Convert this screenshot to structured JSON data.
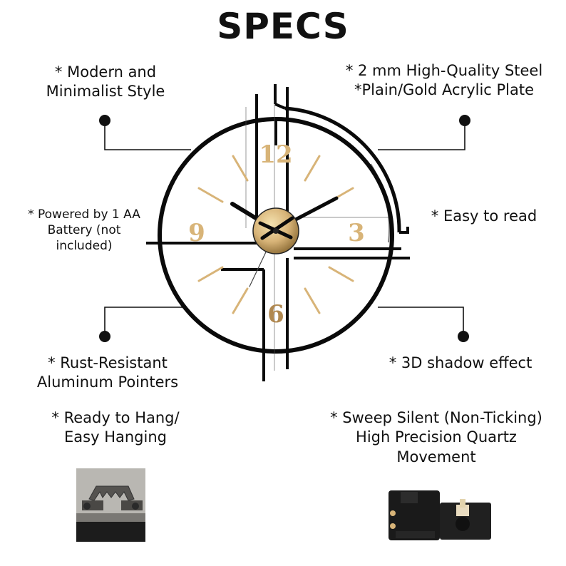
{
  "title": "SPECS",
  "specs": {
    "modern": [
      "* Modern and",
      "Minimalist Style"
    ],
    "steel": [
      "* 2 mm High-Quality Steel",
      "*Plain/Gold Acrylic Plate"
    ],
    "battery": [
      "* Powered by 1 AA",
      "Battery (not",
      "included)"
    ],
    "easy_read": [
      "* Easy to read"
    ],
    "rust": [
      "* Rust-Resistant",
      "Aluminum Pointers"
    ],
    "shadow": [
      "* 3D shadow effect"
    ],
    "hang": [
      "* Ready to Hang/",
      "Easy Hanging"
    ],
    "movement": [
      "* Sweep Silent (Non-Ticking)",
      "High Precision Quartz",
      "Movement"
    ]
  },
  "clock": {
    "numerals": [
      "12",
      "3",
      "6",
      "9"
    ],
    "hands": {
      "hour": "10",
      "minute": "2"
    }
  },
  "colors": {
    "text": "#111111",
    "ring": "#0a0a0a",
    "gold": "#d8b478",
    "gold_dark": "#a8884e"
  },
  "icons": [
    "hanger-bracket-photo-icon",
    "quartz-movement-photo-icon"
  ]
}
